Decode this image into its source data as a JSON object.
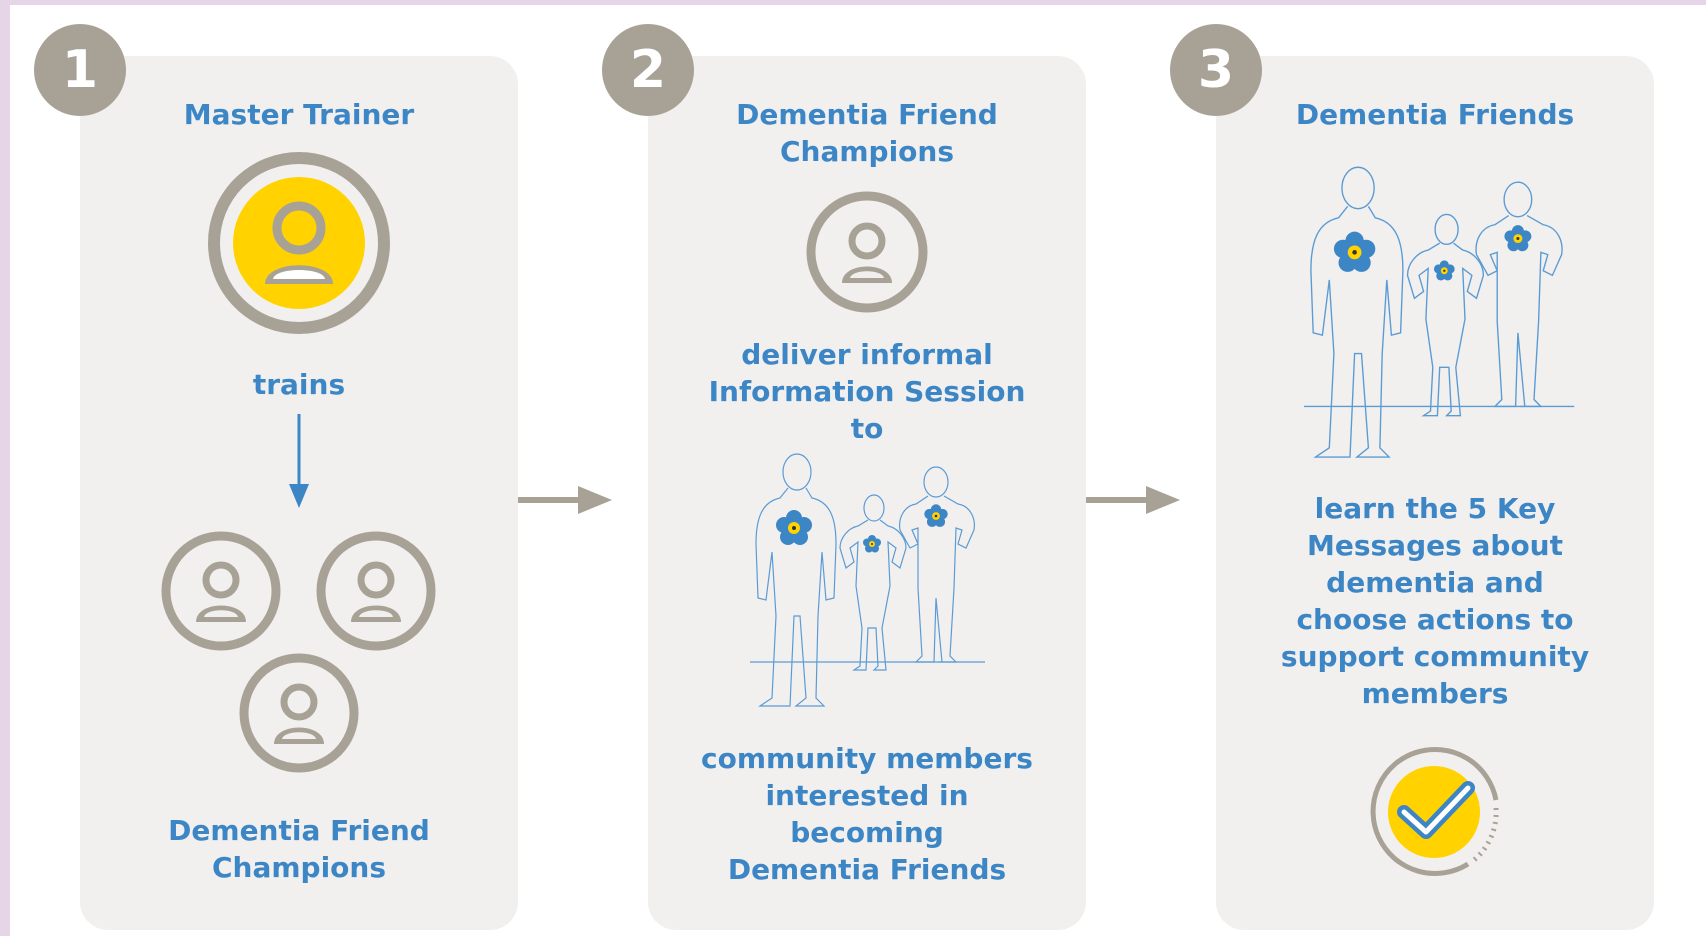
{
  "steps": [
    {
      "number": "1",
      "title": "Master Trainer",
      "action": "trains",
      "result": "Dementia Friend\nChampions"
    },
    {
      "number": "2",
      "title": "Dementia Friend\nChampions",
      "action": "deliver informal\nInformation Session\nto",
      "result": "community members\ninterested in\nbecoming\nDementia Friends"
    },
    {
      "number": "3",
      "title": "Dementia Friends",
      "action": "learn the 5 Key\nMessages about\ndementia and\nchoose actions to\nsupport community\nmembers"
    }
  ],
  "icons": {
    "master_trainer": "person-circle-icon",
    "champion": "person-circle-icon",
    "people_group": "people-group-icon",
    "flower": "forget-me-not-flower-icon",
    "checkmark": "checkmark-circle-icon",
    "step_arrow": "right-arrow-icon",
    "down_arrow": "down-arrow-icon"
  },
  "colors": {
    "text_blue": "#3d86c6",
    "badge_grey": "#a8a296",
    "accent_yellow": "#ffd200",
    "panel_bg": "#f1f0ee",
    "outline_blue": "#5b9bd5"
  }
}
